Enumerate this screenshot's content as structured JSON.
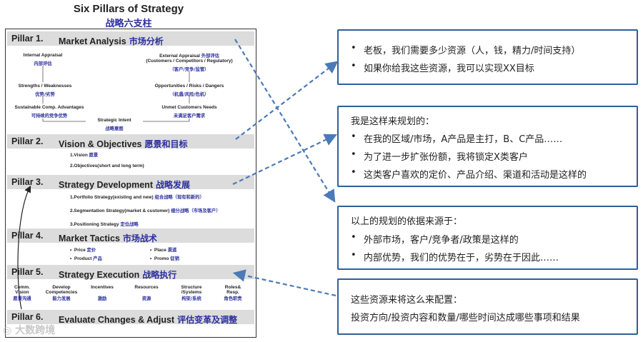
{
  "title_en": "Six Pillars of Strategy",
  "title_cn": "战略六支柱",
  "pillars": [
    {
      "label": "Pillar 1.",
      "name": "Market Analysis",
      "cn": "市场分析"
    },
    {
      "label": "Pillar 2.",
      "name": "Vision & Objectives",
      "cn": "愿景和目标"
    },
    {
      "label": "Pillar 3.",
      "name": "Strategy Development",
      "cn": "战略发展"
    },
    {
      "label": "Pillar 4.",
      "name": "Market Tactics",
      "cn": "市场战术"
    },
    {
      "label": "Pillar 5.",
      "name": "Strategy Execution",
      "cn": "战略执行"
    },
    {
      "label": "Pillar 6.",
      "name": "Evaluate Changes & Adjust",
      "cn": "评估变革及调整"
    }
  ],
  "p1": {
    "internal": "Internal Appraisal",
    "internal_cn": "内部评估",
    "external": "External Appraisal",
    "external_cn": "外部评估",
    "external_sub": "(Customers / Competitors / Regulatory)",
    "external_sub_cn": "（客户/竞争/监管）",
    "strengths": "Strengths / Weaknesses",
    "strengths_cn": "优势/劣势",
    "opps": "Opportunities / Risks / Dangers",
    "opps_cn": "（机遇/风险/危机）",
    "sca": "Sustainable Comp. Advantages",
    "sca_cn": "可持续的竞争优势",
    "unmet": "Unmet Customers Needs",
    "unmet_cn": "未满足客户需求",
    "intent": "Strategic Intent",
    "intent_cn": "战略意图"
  },
  "p2": {
    "l1": "1.Vision",
    "l1_cn": "愿景",
    "l2": "2.Objectives(short and long term)"
  },
  "p3": {
    "l1": "1.Portfolio Strategy(existing and new)",
    "l1_cn": "组合战略（现有和新的）",
    "l2": "2.Segmentation Strategy(market & customer)",
    "l2_cn": "细分战略（市场及客户）",
    "l3": "3.Positioning Strategy",
    "l3_cn": "定位战略"
  },
  "p4": {
    "price": "Price",
    "price_cn": "定价",
    "place": "Place",
    "place_cn": "渠道",
    "product": "Product",
    "product_cn": "产品",
    "promo": "Promo",
    "promo_cn": "促销"
  },
  "p5": [
    {
      "en1": "Comm.",
      "en2": "Vision",
      "cn": "愿景沟通"
    },
    {
      "en1": "Develop",
      "en2": "Competencies",
      "cn": "能力发展"
    },
    {
      "en1": "Incentives",
      "en2": "",
      "cn": "激励"
    },
    {
      "en1": "Resources",
      "en2": "",
      "cn": "资源"
    },
    {
      "en1": "Structure",
      "en2": "/Systems",
      "cn": "构架/系统"
    },
    {
      "en1": "Roles&",
      "en2": "Resp.",
      "cn": "角色职责"
    }
  ],
  "watermark": "大数跨境",
  "right_boxes": [
    {
      "heading": "",
      "bullets": [
        "老板，我们需要多少资源（人，钱，精力/时间支持）",
        "如果你给我这些资源，我可以实现XX目标"
      ]
    },
    {
      "heading": "我是这样来规划的：",
      "bullets": [
        "在我的区域/市场，A产品是主打，B、C产品……",
        "为了进一步扩张份额，我将锁定X类客户",
        "这类客户喜欢的定价、产品介绍、渠道和活动是这样的"
      ]
    },
    {
      "heading": "以上的规划的依据来源于：",
      "bullets": [
        "外部市场，客户/竞争者/政策是这样的",
        "内部优势，我们的优势在于，劣势在于因此……"
      ]
    },
    {
      "heading": "这些资源来将这么来配置：",
      "bullets": [],
      "line2": "投资方向/投资内容和数量/哪些时间达成哪些事项和结果"
    }
  ],
  "colors": {
    "accent_blue": "#2c2f9c",
    "box_border": "#2f5f9a",
    "arrow_dash": "#4a7ab8",
    "pillar_bar": "#dcdcdc"
  }
}
